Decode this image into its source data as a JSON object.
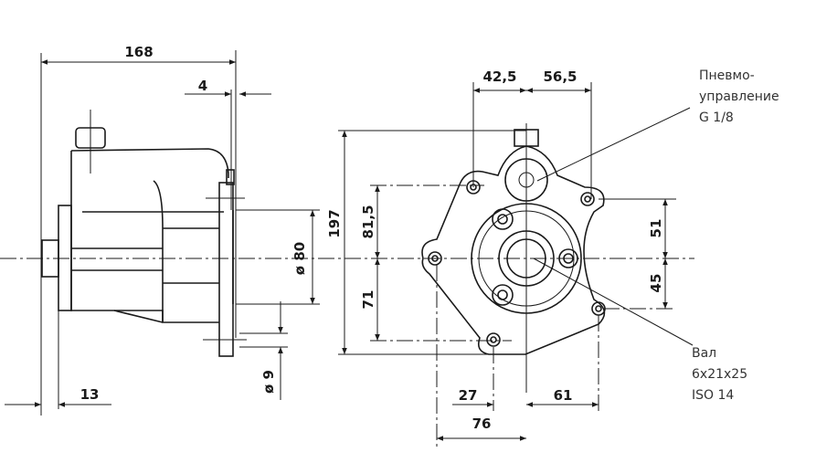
{
  "dimensions": {
    "overall_length": "168",
    "flange_thickness": "4",
    "pilot_diameter": "ø 80",
    "height": "197",
    "hole_diameter": "ø 9",
    "shaft_offset": "13",
    "top_left": "42,5",
    "top_right": "56,5",
    "upper_height": "81,5",
    "lower_height": "71",
    "right_upper": "51",
    "right_lower": "45",
    "bottom_left": "27",
    "bottom_right": "61",
    "bottom_total": "76"
  },
  "notes": {
    "pneumatic": [
      "Пневмо-",
      "управление",
      "G 1/8"
    ],
    "shaft": [
      "Вал",
      "6x21x25",
      "ISO 14"
    ]
  }
}
